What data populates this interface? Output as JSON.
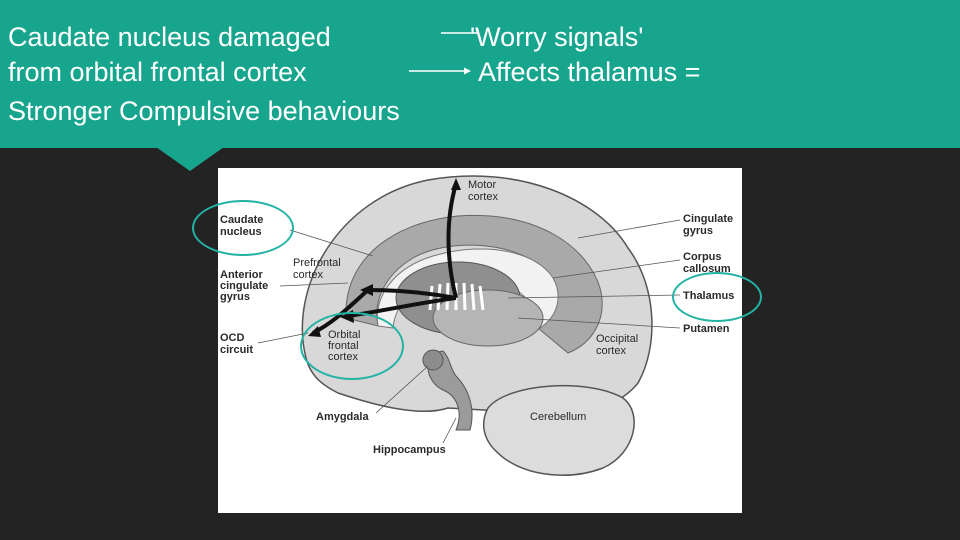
{
  "header": {
    "line1_left": "Caudate nucleus damaged",
    "line1_right": "'Worry signals'",
    "line2_left": "from orbital frontal cortex",
    "line2_right": "Affects thalamus =",
    "line3": "Stronger Compulsive behaviours"
  },
  "diagram": {
    "labels": {
      "motor_cortex": [
        "Motor",
        "cortex"
      ],
      "caudate_nucleus": [
        "Caudate",
        "nucleus"
      ],
      "prefrontal_cortex": [
        "Prefrontal",
        "cortex"
      ],
      "anterior_cingulate_gyrus": [
        "Anterior",
        "cingulate",
        "gyrus"
      ],
      "ocd_circuit": [
        "OCD",
        "circuit"
      ],
      "orbital_frontal_cortex": [
        "Orbital",
        "frontal",
        "cortex"
      ],
      "amygdala": "Amygdala",
      "hippocampus": "Hippocampus",
      "cerebellum": "Cerebellum",
      "occipital_cortex": [
        "Occipital",
        "cortex"
      ],
      "cingulate_gyrus": [
        "Cingulate",
        "gyrus"
      ],
      "corpus_callosum": [
        "Corpus",
        "callosum"
      ],
      "thalamus": "Thalamus",
      "putamen": "Putamen"
    }
  },
  "colors": {
    "header_bg": "#17a58d",
    "slide_bg": "#232323",
    "highlight_ring": "#23b3a4"
  }
}
